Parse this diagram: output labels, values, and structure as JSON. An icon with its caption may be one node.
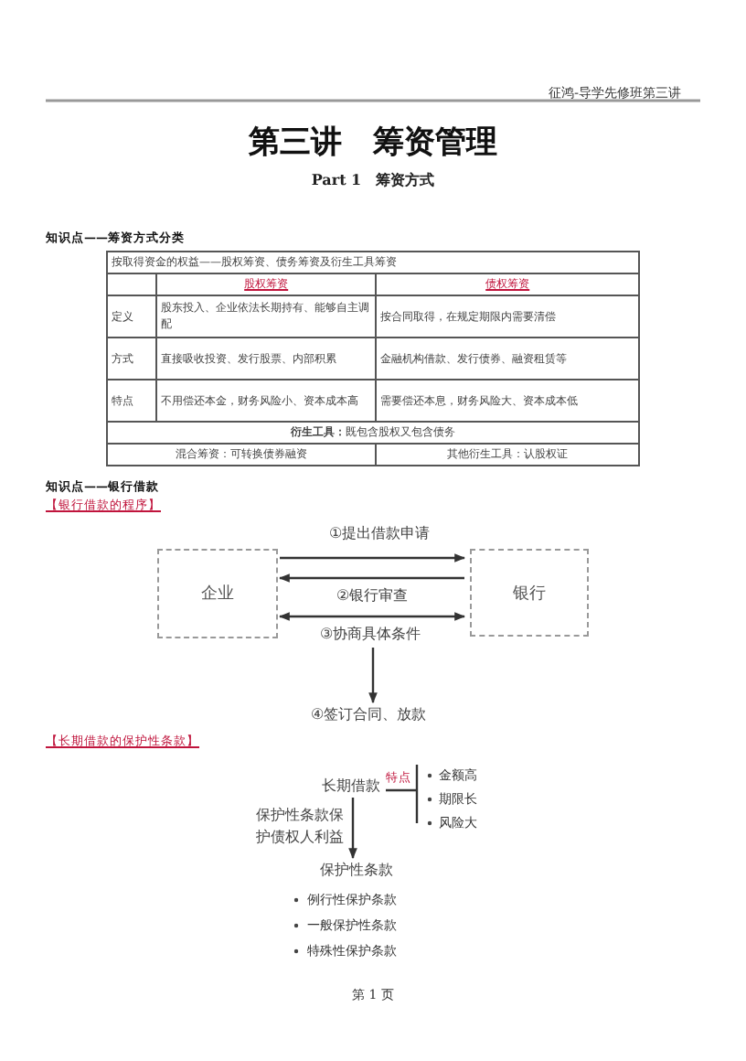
{
  "diagram": {
    "title": "第三讲　筹资管理",
    "nodes": [
      {
        "text": [
          "企业"
        ]
      },
      {
        "text": [
          "银行"
        ]
      },
      {
        "text": [
          "④签订合同、放款"
        ]
      },
      {
        "text": [
          "长期借款"
        ]
      },
      {
        "text": [
          "保护性条款"
        ]
      }
    ],
    "edges": [
      {
        "from": 0,
        "to": 1,
        "arrow": "to",
        "label": "①提出借款申请"
      },
      {
        "from": 1,
        "to": 0,
        "arrow": "to",
        "label": "②银行审查"
      },
      {
        "from": 0,
        "to": 1,
        "arrow": "both",
        "label": "③协商具体条件"
      },
      {
        "from": null,
        "to": 2,
        "arrow": "to"
      },
      {
        "from": 3,
        "to": 4,
        "arrow": "to",
        "label": "保护性条款保护债权人利益"
      }
    ],
    "labels": [
      "征鸿-导学先修班第三讲",
      "Part 1　筹资方式",
      "知识点——筹资方式分类",
      "按取得资金的权益——股权筹资、债务筹资及衍生工具筹资",
      "股权筹资",
      "债权筹资",
      "定义",
      "股东投入、企业依法长期持有、能够自主调配",
      "按合同取得，在规定期限内需要清偿",
      "方式",
      "直接吸收投资、发行股票、内部积累",
      "金融机构借款、发行债券、融资租赁等",
      "特点",
      "不用偿还本金，财务风险小、资本成本高",
      "需要偿还本息，财务风险大、资本成本低",
      "**衍生工具：**既包含股权又包含债务",
      "混合筹资：可转换债券融资",
      "其他衍生工具：认股权证",
      "知识点——银行借款",
      "【银行借款的程序】",
      "【长期借款的保护性条款】",
      "特点",
      "金额高",
      "期限长",
      "风险大",
      "例行性保护条款",
      "一般保护性条款",
      "特殊性保护条款",
      "第 1 页"
    ]
  }
}
